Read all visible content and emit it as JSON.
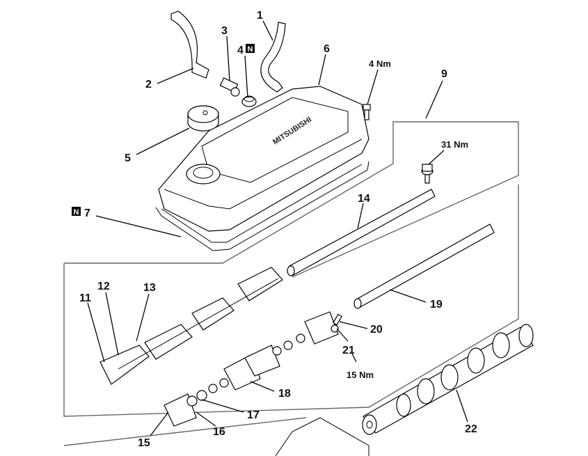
{
  "diagram": {
    "type": "exploded parts view",
    "part_labels": {
      "p1": "1",
      "p2": "2",
      "p3": "3",
      "p4": "4",
      "p5": "5",
      "p6": "6",
      "p7": "7",
      "p9": "9",
      "p11": "11",
      "p12": "12",
      "p13": "13",
      "p14": "14",
      "p15": "15",
      "p16": "16",
      "p17": "17",
      "p18": "18",
      "p19": "19",
      "p20": "20",
      "p21": "21",
      "p22": "22"
    },
    "torque_labels": {
      "t_4nm": "4 Nm",
      "t_31nm": "31 Nm",
      "t_15nm": "15 Nm"
    },
    "new_part_badge": "N",
    "cover_logo_text": "MITSUBISHI"
  }
}
